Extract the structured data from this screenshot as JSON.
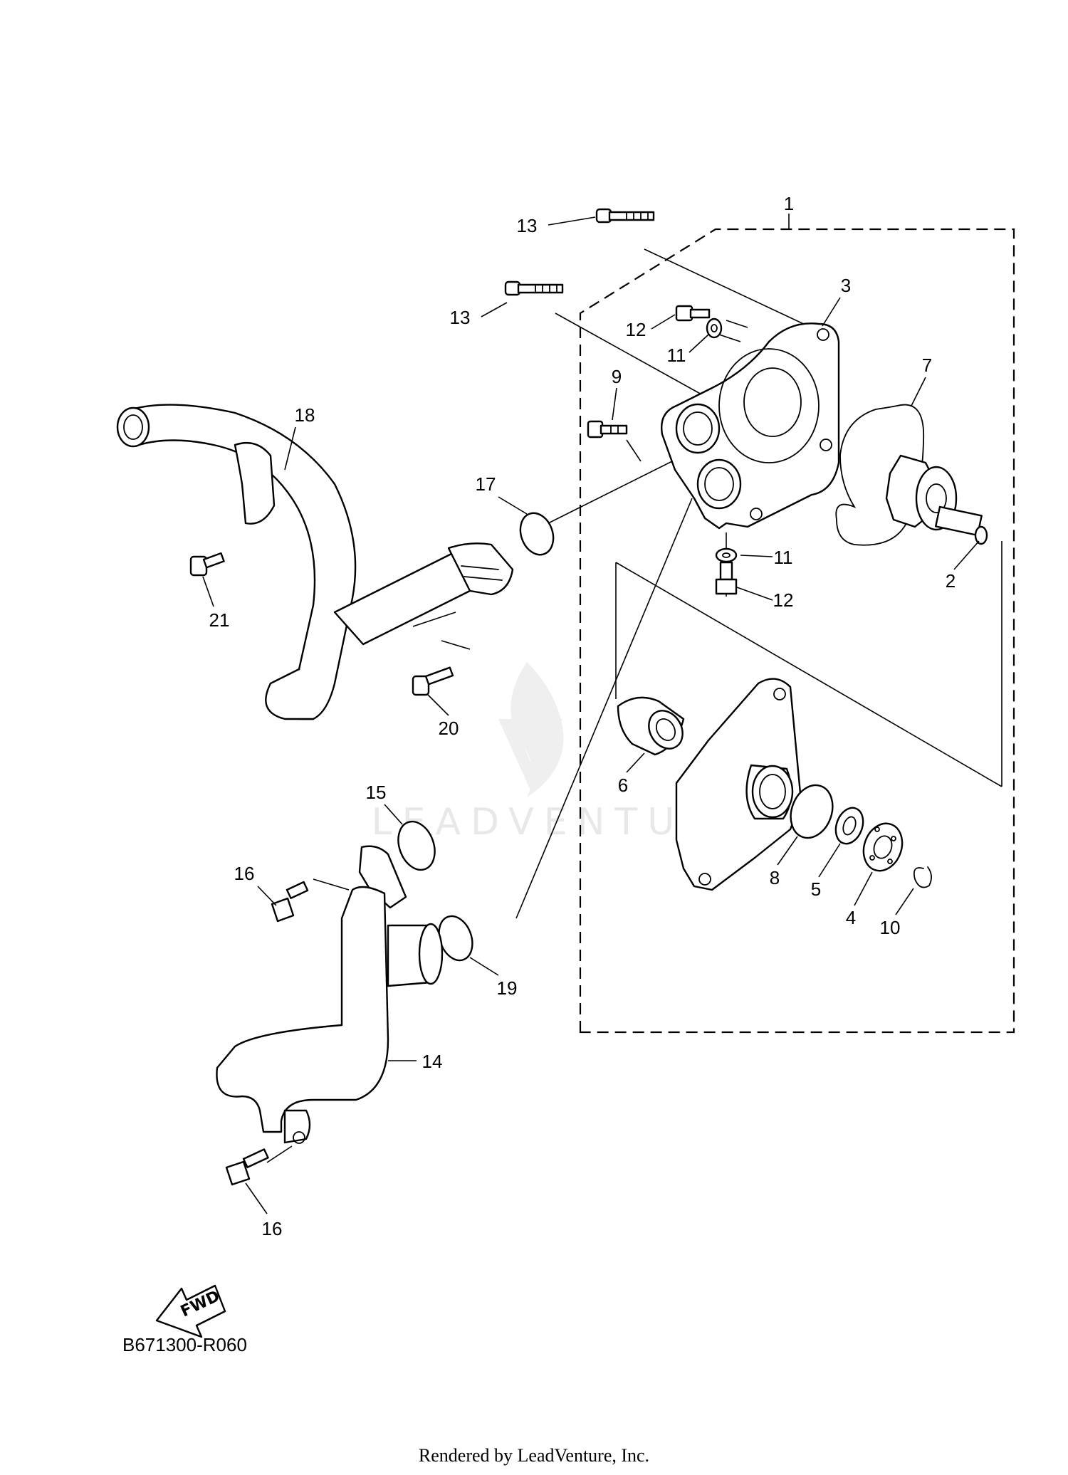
{
  "diagram": {
    "callouts": {
      "c1": "1",
      "c2": "2",
      "c3": "3",
      "c4": "4",
      "c5": "5",
      "c6": "6",
      "c7": "7",
      "c8": "8",
      "c9": "9",
      "c10": "10",
      "c11a": "11",
      "c11b": "11",
      "c12a": "12",
      "c12b": "12",
      "c13a": "13",
      "c13b": "13",
      "c14": "14",
      "c15": "15",
      "c16a": "16",
      "c16b": "16",
      "c17": "17",
      "c18": "18",
      "c19": "19",
      "c20": "20",
      "c21": "21"
    },
    "fwd_label": "FWD",
    "drawing_code": "B671300-R060",
    "watermark": "LEADVENTURE",
    "footer": "Rendered by LeadVenture, Inc."
  }
}
